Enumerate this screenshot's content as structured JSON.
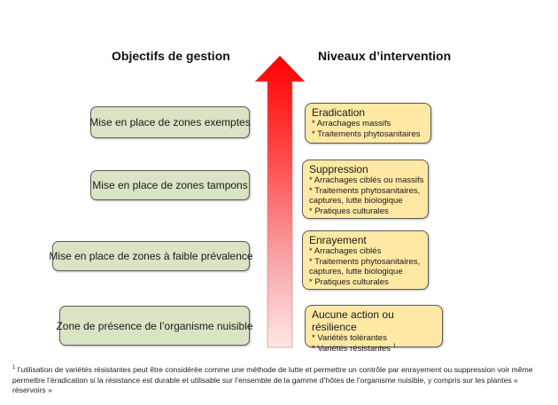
{
  "headings": {
    "left": "Objectifs de gestion",
    "right": "Niveaux d’intervention"
  },
  "objectives": [
    {
      "label": "Mise en place de zones exemptes"
    },
    {
      "label": "Mise en place de zones tampons"
    },
    {
      "label": "Mise en place de zones à faible prévalence"
    },
    {
      "label": "Zone de présence de l’organisme nuisible"
    }
  ],
  "arrow": {
    "icon": "up-arrow-gradient",
    "color_top": "#ff0000",
    "color_bottom": "#ffe6e6"
  },
  "levels": [
    {
      "title": "Eradication",
      "lines": [
        "* Arrachages massifs",
        "* Traitements phytosanitaires"
      ]
    },
    {
      "title": "Suppression",
      "lines": [
        "* Arrachages ciblés ou massifs",
        "* Traitements phytosanitaires,",
        "captures, lutte biologique",
        "* Pratiques culturales"
      ]
    },
    {
      "title": "Enrayement",
      "lines": [
        "* Arrachages ciblés",
        "* Traitements phytosanitaires,",
        "captures, lutte biologique",
        "* Pratiques culturales"
      ]
    },
    {
      "title": "Aucune action ou résilience",
      "lines": [
        "* Variétés tolérantes",
        "* Variétés résistantes"
      ],
      "footnote_marker": "1"
    }
  ],
  "footnote": {
    "marker": "1",
    "text": " l’utilisation de variétés résistantes peut être considérée comme une méthode de lutte et permettre un contrôle par enrayement ou suppression voir même permettre l’éradication si la résistance est durable et utilisable sur l’ensemble de la gamme d’hôtes de l’organisme nuisible, y compris sur les plantes « réservoirs »"
  },
  "colors": {
    "objective_fill": "#d9e4c4",
    "level_fill": "#fde9a3",
    "border": "#5a5a5a"
  }
}
